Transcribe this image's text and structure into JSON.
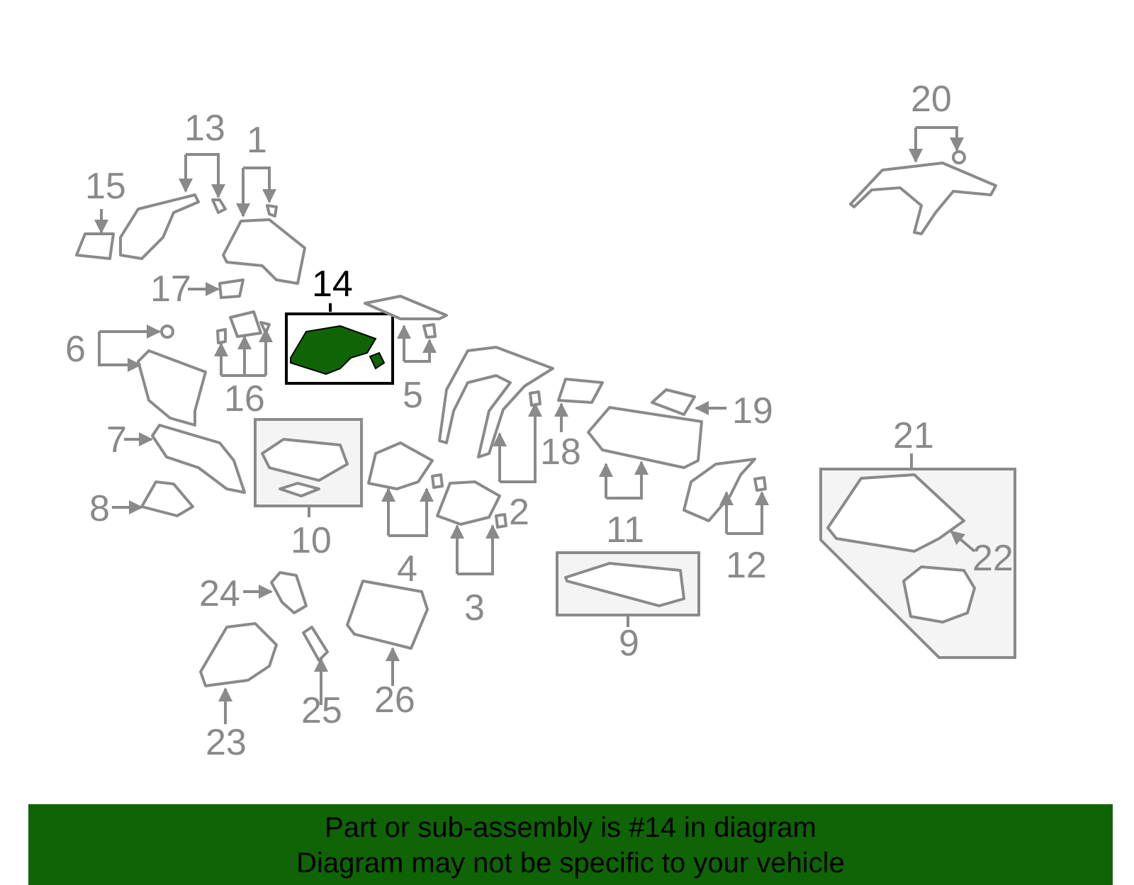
{
  "diagram": {
    "callouts": [
      "1",
      "2",
      "3",
      "4",
      "5",
      "6",
      "7",
      "8",
      "9",
      "10",
      "11",
      "12",
      "13",
      "14",
      "15",
      "16",
      "17",
      "18",
      "19",
      "20",
      "21",
      "22",
      "23",
      "24",
      "25",
      "26"
    ],
    "highlighted_callout": "14",
    "colors": {
      "highlight": "#0f6405",
      "line": "#8a8a8a",
      "highlight_text": "#000000"
    }
  },
  "banner": {
    "line1": "Part or sub-assembly is #14 in diagram",
    "line2": "Diagram may not be specific to your vehicle"
  }
}
